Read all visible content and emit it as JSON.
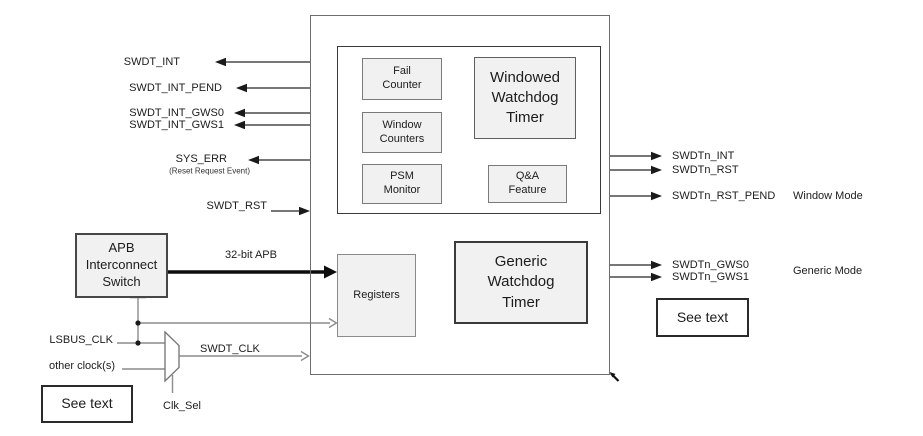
{
  "colors": {
    "background": "#ffffff",
    "block_fill": "#f1f1f1",
    "block_border": "#6e6e6e",
    "signal_line": "#262626",
    "clock_line": "#8c8c8c",
    "apb_bus_line": "#0d0d0d"
  },
  "signals": {
    "left": [
      {
        "label": "SWDT_INT"
      },
      {
        "label": "SWDT_INT_PEND"
      },
      {
        "label": "SWDT_INT_GWS0"
      },
      {
        "label": "SWDT_INT_GWS1"
      },
      {
        "label": "SYS_ERR",
        "sublabel": "(Reset Request Event)"
      },
      {
        "label": "SWDT_RST"
      }
    ],
    "right": [
      {
        "label": "SWDTn_INT"
      },
      {
        "label": "SWDTn_RST"
      },
      {
        "label": "SWDTn_RST_PEND",
        "mode": "Window Mode"
      },
      {
        "label": "SWDTn_GWS0"
      },
      {
        "label": "SWDTn_GWS1",
        "mode": "Generic Mode"
      }
    ]
  },
  "blocks": {
    "apb_switch": "APB\nInterconnect\nSwitch",
    "registers": "Registers",
    "windowed_wdt": "Windowed\nWatchdog\nTimer",
    "generic_wdt": "Generic\nWatchdog\nTimer",
    "fail_counter": "Fail\nCounter",
    "window_counters": "Window\nCounters",
    "psm_monitor": "PSM\nMonitor",
    "qa_feature": "Q&A\nFeature"
  },
  "bus": {
    "apb_label": "32-bit APB"
  },
  "clocks": {
    "lsbus": "LSBUS_CLK",
    "other": "other clock(s)",
    "swdt_clk": "SWDT_CLK",
    "clk_sel": "Clk_Sel"
  },
  "notes": {
    "see_text_left": "See text",
    "see_text_right": "See text"
  }
}
